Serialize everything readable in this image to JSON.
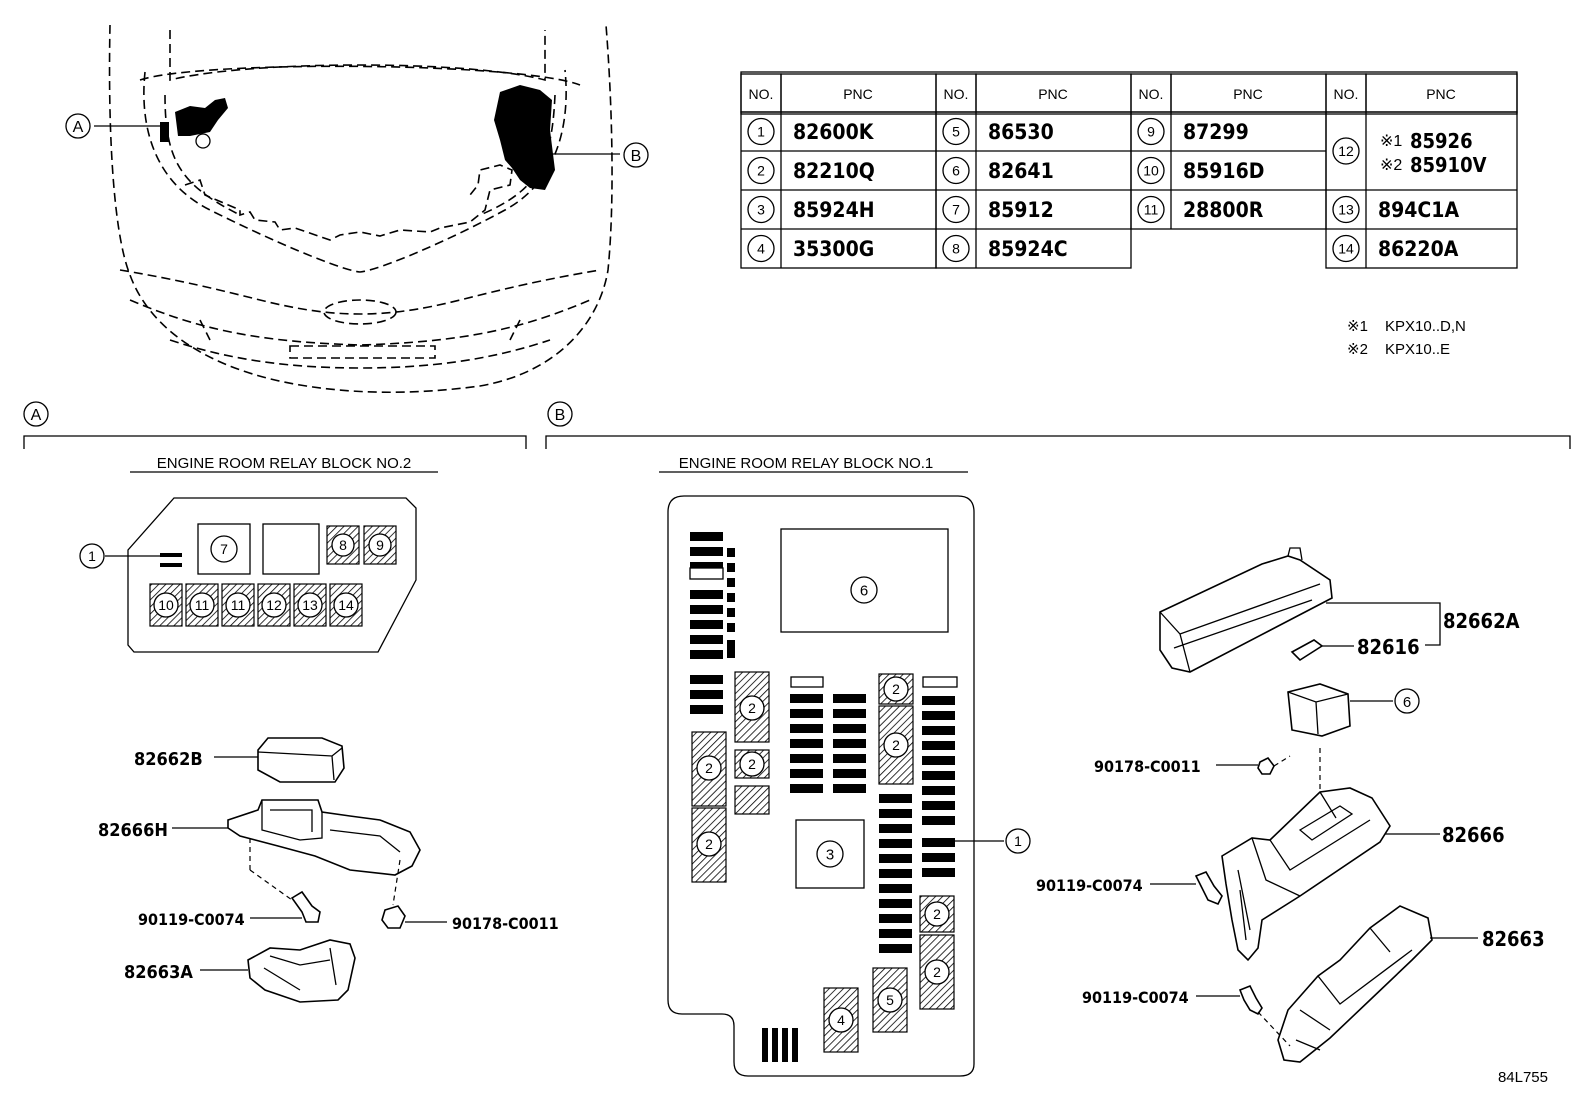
{
  "callouts": {
    "a": "A",
    "b": "B"
  },
  "table": {
    "headers": {
      "no": "NO.",
      "pnc": "PNC"
    },
    "columns": [
      [
        {
          "no": "1",
          "pnc": "82600K"
        },
        {
          "no": "2",
          "pnc": "82210Q"
        },
        {
          "no": "3",
          "pnc": "85924H"
        },
        {
          "no": "4",
          "pnc": "35300G"
        }
      ],
      [
        {
          "no": "5",
          "pnc": "86530"
        },
        {
          "no": "6",
          "pnc": "82641"
        },
        {
          "no": "7",
          "pnc": "85912"
        },
        {
          "no": "8",
          "pnc": "85924C"
        }
      ],
      [
        {
          "no": "9",
          "pnc": "87299"
        },
        {
          "no": "10",
          "pnc": "85916D"
        },
        {
          "no": "11",
          "pnc": "28800R"
        }
      ],
      [
        {
          "no": "12",
          "mark1": "※1",
          "pnc1": "85926",
          "mark2": "※2",
          "pnc2": "85910V"
        },
        {
          "no": "13",
          "pnc": "894C1A"
        },
        {
          "no": "14",
          "pnc": "86220A"
        }
      ]
    ]
  },
  "notes": [
    {
      "mark": "※1",
      "text": "KPX10..D,N"
    },
    {
      "mark": "※2",
      "text": "KPX10..E"
    }
  ],
  "section_a": {
    "title": "ENGINE ROOM RELAY BLOCK NO.2",
    "block_cells": [
      "7",
      "8",
      "9",
      "10",
      "11",
      "11",
      "12",
      "13",
      "14"
    ],
    "pointer_label": "1",
    "parts": {
      "p1": "82662B",
      "p2": "82666H",
      "p3": "90119-C0074",
      "p4": "90178-C0011",
      "p5": "82663A"
    }
  },
  "section_b": {
    "title": "ENGINE ROOM RELAY BLOCK NO.1",
    "block_labels": {
      "six": "6",
      "two": "2",
      "three": "3",
      "four": "4",
      "five": "5",
      "one": "1"
    },
    "parts": {
      "p1": "82662A",
      "p2": "82616",
      "p3": "6",
      "p4": "90178-C0011",
      "p5": "82666",
      "p6": "90119-C0074",
      "p7": "82663",
      "p8": "90119-C0074"
    }
  },
  "figure_id": "84L755"
}
